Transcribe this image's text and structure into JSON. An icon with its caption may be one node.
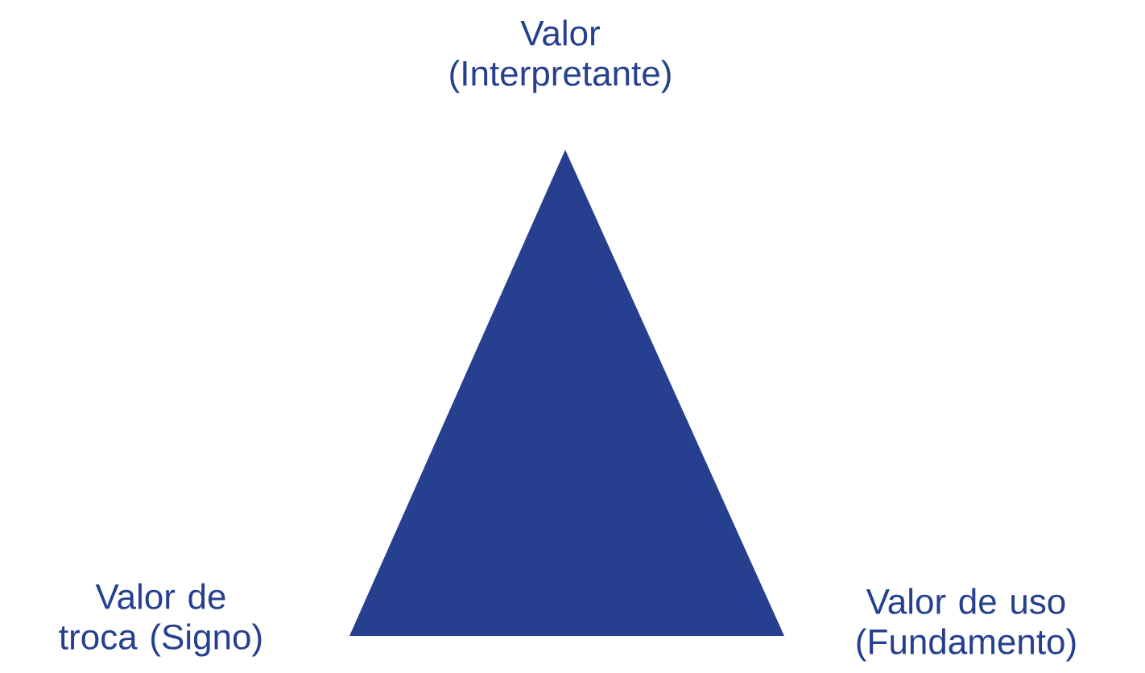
{
  "diagram": {
    "nodes": [
      {
        "text": [],
        "shape": "triangle"
      }
    ],
    "labels": [
      "Valor (Interpretante)",
      "Valor de troca (Signo)",
      "Valor de uso (Fundamento)"
    ]
  }
}
